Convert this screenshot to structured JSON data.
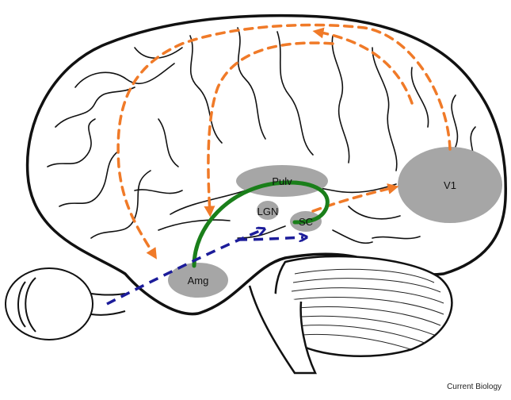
{
  "labels": {
    "pulv": "Pulv",
    "lgn": "LGN",
    "sc": "SC",
    "v1": "V1",
    "amg": "Amg"
  },
  "credit": "Current Biology",
  "colors": {
    "cortical_pathway": "#f07a28",
    "subcortical_pathway": "#1a7f1a",
    "retinal_input": "#1c1c9a",
    "structure_fill": "#a6a6a6",
    "outline": "#111111"
  }
}
